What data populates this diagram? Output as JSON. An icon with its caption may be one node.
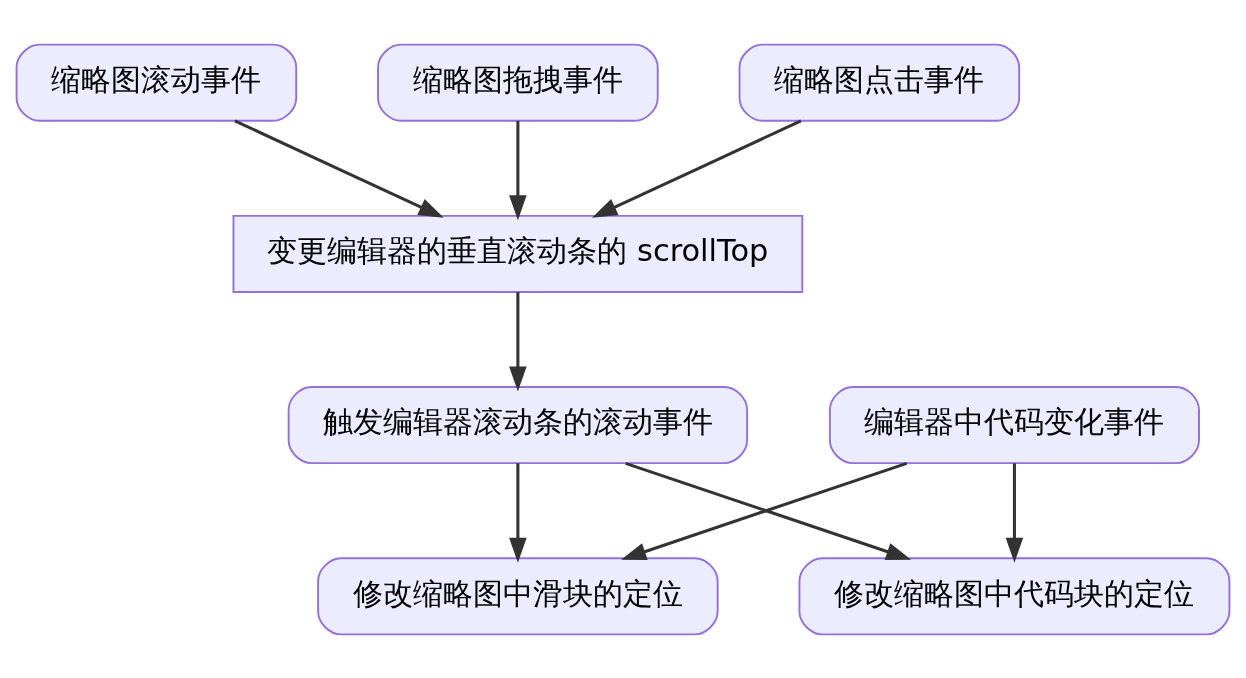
{
  "diagram": {
    "nodes": [
      {
        "text": [
          "缩略图滚动事件"
        ]
      },
      {
        "text": [
          "缩略图拖拽事件"
        ]
      },
      {
        "text": [
          "缩略图点击事件"
        ]
      },
      {
        "text": [
          "变更编辑器的垂直滚动条的 scrollTop"
        ]
      },
      {
        "text": [
          "触发编辑器滚动条的滚动事件"
        ]
      },
      {
        "text": [
          "编辑器中代码变化事件"
        ]
      },
      {
        "text": [
          "修改缩略图中滑块的定位"
        ]
      },
      {
        "text": [
          "修改缩略图中代码块的定位"
        ]
      }
    ],
    "edges": [
      {
        "from": 0,
        "to": 3,
        "arrow": "to"
      },
      {
        "from": 1,
        "to": 3,
        "arrow": "to"
      },
      {
        "from": 2,
        "to": 3,
        "arrow": "to"
      },
      {
        "from": 3,
        "to": 4,
        "arrow": "to"
      },
      {
        "from": 4,
        "to": 6,
        "arrow": "to"
      },
      {
        "from": 4,
        "to": 7,
        "arrow": "to"
      },
      {
        "from": 5,
        "to": 6,
        "arrow": "to"
      },
      {
        "from": 5,
        "to": 7,
        "arrow": "to"
      }
    ]
  }
}
